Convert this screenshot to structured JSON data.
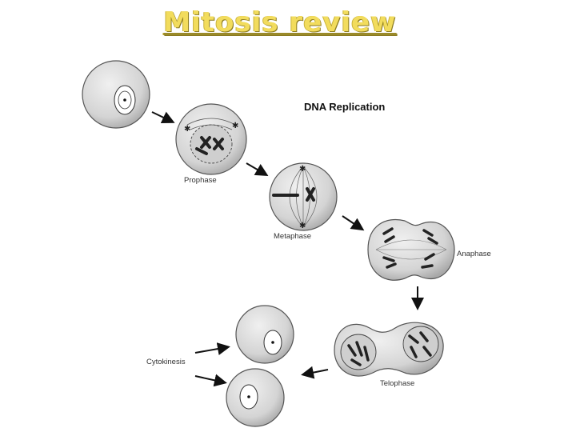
{
  "title": "Mitosis review",
  "labels": {
    "dna_replication": "DNA Replication",
    "prophase": "Prophase",
    "metaphase": "Metaphase",
    "anaphase": "Anaphase",
    "telophase": "Telophase",
    "cytokinesis": "Cytokinesis"
  },
  "colors": {
    "title": "#f2dc5d",
    "cell_fill": "#d9d9d9",
    "cell_stroke": "#555555",
    "chromosome": "#222222"
  }
}
